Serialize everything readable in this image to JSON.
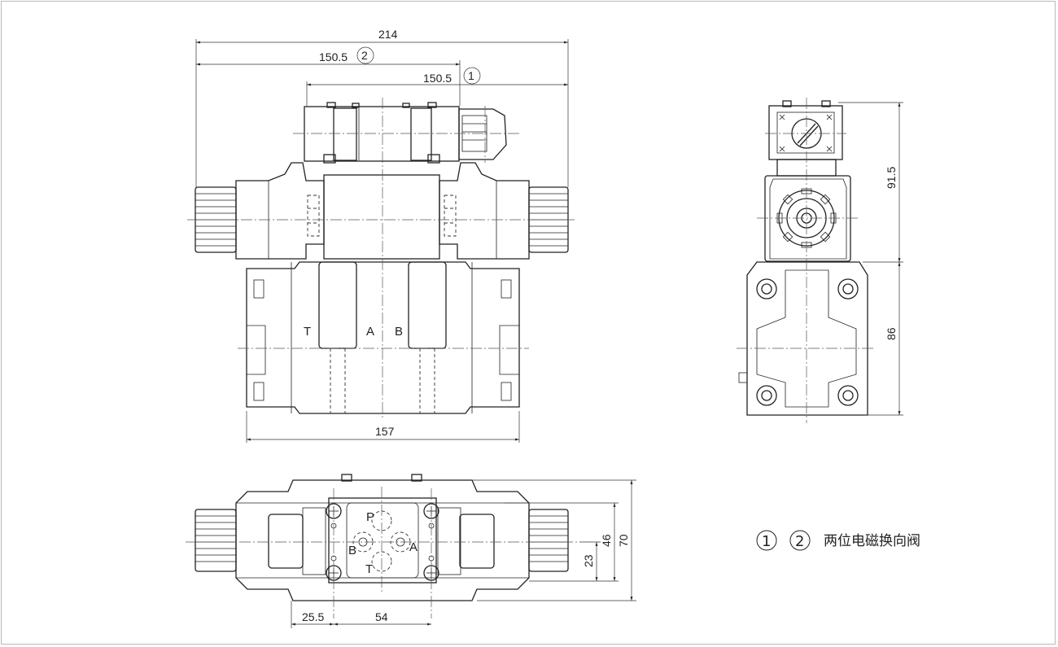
{
  "dimensions": {
    "overall_length": "214",
    "to_connector_2": "150.5",
    "to_connector_1": "150.5",
    "body_width": "157",
    "height_top": "91.5",
    "height_body": "86",
    "base_depth_inner": "46",
    "base_depth_outer": "70",
    "port_offset": "23",
    "left_offset": "25.5",
    "port_spacing": "54"
  },
  "markers": {
    "one": "1",
    "two": "2"
  },
  "front_ports": {
    "t": "T",
    "a": "A",
    "b": "B"
  },
  "plan_ports": {
    "p": "P",
    "a": "A",
    "b": "B",
    "t": "T"
  },
  "legend": {
    "one": "1",
    "two": "2",
    "text": "两位电磁换向阀"
  }
}
